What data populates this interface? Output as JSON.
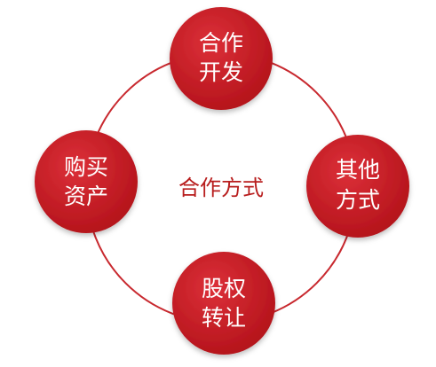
{
  "center_label": "合作方式",
  "nodes": [
    {
      "id": "top",
      "line1": "合作",
      "line2": "开发"
    },
    {
      "id": "right",
      "line1": "其他",
      "line2": "方式"
    },
    {
      "id": "bottom",
      "line1": "股权",
      "line2": "转让"
    },
    {
      "id": "left",
      "line1": "购买",
      "line2": "资产"
    }
  ],
  "colors": {
    "node_fill": "#c4161c",
    "node_fill_light": "#d8323a",
    "ring": "#c8282e",
    "center_text": "#b81d1d"
  }
}
